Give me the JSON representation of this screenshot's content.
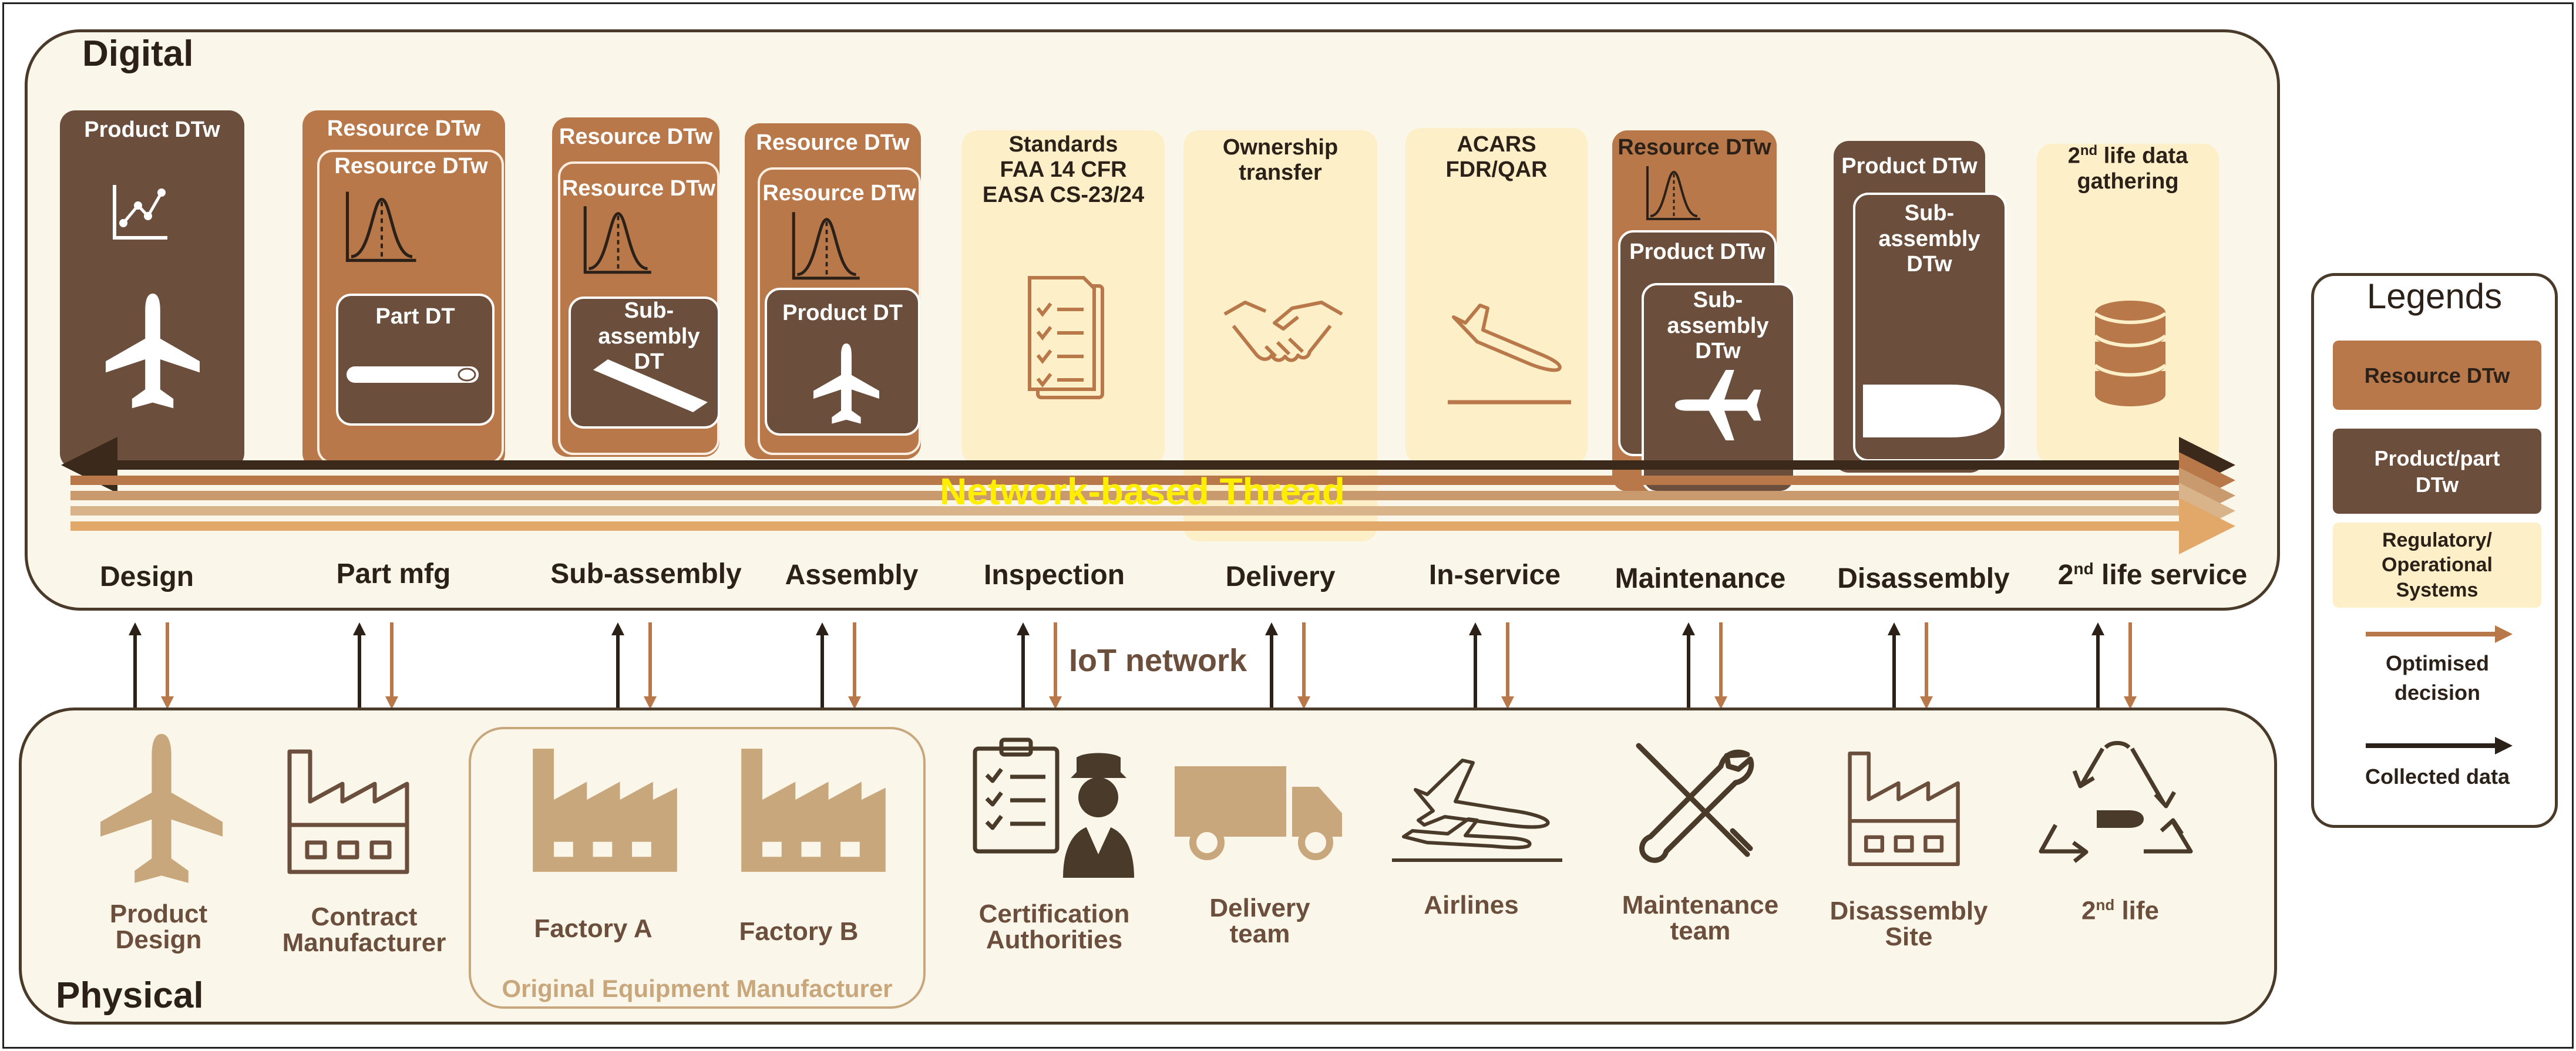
{
  "panels": {
    "digital_title": "Digital",
    "physical_title": "Physical"
  },
  "thread": {
    "label": "Network-based Thread"
  },
  "iot": {
    "label": "IoT network"
  },
  "digital": {
    "design": {
      "head": "Product DTw"
    },
    "partmfg": {
      "outer": "Resource DTw",
      "inner": "Resource DTw",
      "card": "Part DT"
    },
    "subassembly": {
      "outer": "Resource DTw",
      "inner": "Resource DTw",
      "card": "Sub-assembly DT"
    },
    "assembly": {
      "outer": "Resource DTw",
      "inner": "Resource DTw",
      "card": "Product DT"
    },
    "inspection": {
      "lines": [
        "Standards",
        "FAA 14 CFR",
        "EASA CS-23/24"
      ]
    },
    "delivery": {
      "lines": [
        "Ownership",
        "transfer"
      ]
    },
    "inservice": {
      "lines": [
        "ACARS",
        "FDR/QAR"
      ]
    },
    "maintenance": {
      "outer": "Resource DTw",
      "card1": "Product DTw",
      "card2": "Sub-assembly DTw"
    },
    "disassembly": {
      "outer": "Product DTw",
      "inner": "Sub-assembly DTw"
    },
    "secondlife": {
      "pre": "2",
      "sup": "nd",
      "post": " life data gathering"
    }
  },
  "phases": [
    "Design",
    "Part mfg",
    "Sub-assembly",
    "Assembly",
    "Inspection",
    "Delivery",
    "In-service",
    "Maintenance",
    "Disassembly",
    "2nd life service"
  ],
  "phase_last": {
    "pre": "2",
    "sup": "nd",
    "post": " life service"
  },
  "physical": {
    "product_design": "Product Design",
    "contract_manufacturer": "Contract Manufacturer",
    "factory_a": "Factory A",
    "factory_b": "Factory B",
    "oem": "Original Equipment Manufacturer",
    "certification": "Certification Authorities",
    "delivery_team": "Delivery team",
    "airlines": "Airlines",
    "maintenance_team": "Maintenance team",
    "disassembly_site": "Disassembly Site",
    "second_life": {
      "pre": "2",
      "sup": "nd",
      "post": " life"
    }
  },
  "legend": {
    "title": "Legends",
    "resource": "Resource DTw",
    "product": "Product/part DTw",
    "regulatory": "Regulatory/ Operational Systems",
    "optimised": "Optimised decision",
    "collected": "Collected data"
  },
  "colors": {
    "dark_brown": "#6b4f3c",
    "mid_brown": "#b9784a",
    "pale_yellow": "#fdefc7",
    "physical_tan": "#c9a77c",
    "thread_yellow": "#ffee00",
    "arrow_orange": "#b9784a",
    "arrow_dark": "#2b2118"
  },
  "icons": [
    "airplane-icon",
    "chart-icon",
    "bell-curve-icon",
    "checklist-icon",
    "handshake-icon",
    "landing-plane-icon",
    "database-icon",
    "factory-icon",
    "truck-icon",
    "tools-icon",
    "recycle-icon",
    "inspector-icon"
  ]
}
